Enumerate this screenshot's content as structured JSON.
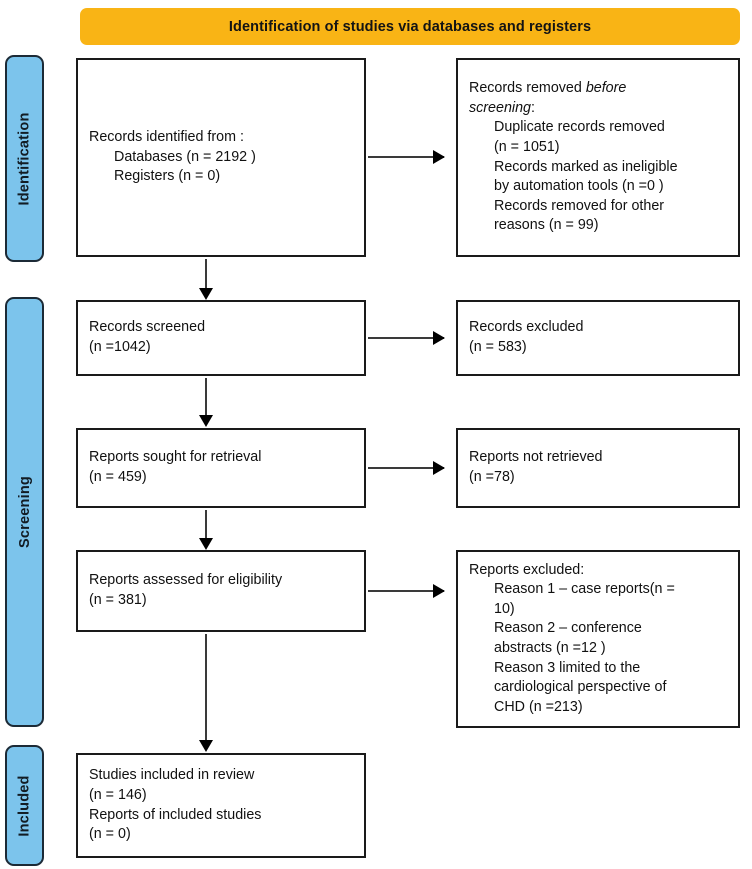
{
  "banner": {
    "title": "Identification of studies via databases and registers"
  },
  "phases": [
    {
      "id": "identification",
      "label": "Identification"
    },
    {
      "id": "screening",
      "label": "Screening"
    },
    {
      "id": "included",
      "label": "Included"
    }
  ],
  "colors": {
    "banner_background": "#f9b415",
    "phase_background": "#7cc4ec",
    "phase_border": "#1c2a36",
    "box_border": "#1a1a1a",
    "arrow": "#3a3a3a",
    "text": "#111111"
  },
  "boxes": {
    "identified": {
      "lines": [
        "Records identified from :",
        "Databases (n = 2192 )",
        "Registers (n = 0)"
      ]
    },
    "removed": {
      "lines": [
        "Records removed before",
        "screening:",
        "Duplicate records removed",
        "(n = 1051)",
        "Records marked as ineligible",
        "by automation tools (n =0 )",
        "Records removed for other",
        "reasons (n = 99)"
      ]
    },
    "screened": {
      "lines": [
        "Records screened",
        "(n =1042)"
      ]
    },
    "excluded_records": {
      "lines": [
        "Records excluded",
        "(n = 583)"
      ]
    },
    "sought": {
      "lines": [
        "Reports sought for retrieval",
        "(n = 459)"
      ]
    },
    "not_retrieved": {
      "lines": [
        "Reports not retrieved",
        "(n =78)"
      ]
    },
    "assessed": {
      "lines": [
        "Reports assessed for eligibility",
        "(n = 381)"
      ]
    },
    "excluded_reports": {
      "lines": [
        "Reports excluded:",
        "Reason 1 – case reports(n =",
        "10)",
        "Reason 2 – conference",
        "abstracts (n =12 )",
        "Reason 3 limited to the",
        "cardiological perspective of",
        "CHD (n =213)"
      ]
    },
    "included": {
      "lines": [
        "Studies included in review",
        "(n = 146)",
        "Reports of included studies",
        "(n = 0)"
      ]
    }
  },
  "arrows": [
    {
      "name": "identified-to-removed",
      "direction": "right"
    },
    {
      "name": "screened-to-excluded",
      "direction": "right"
    },
    {
      "name": "sought-to-not-retrieved",
      "direction": "right"
    },
    {
      "name": "assessed-to-excluded",
      "direction": "right"
    },
    {
      "name": "identified-to-screened",
      "direction": "down"
    },
    {
      "name": "screened-to-sought",
      "direction": "down"
    },
    {
      "name": "sought-to-assessed",
      "direction": "down"
    },
    {
      "name": "assessed-to-included",
      "direction": "down"
    }
  ]
}
